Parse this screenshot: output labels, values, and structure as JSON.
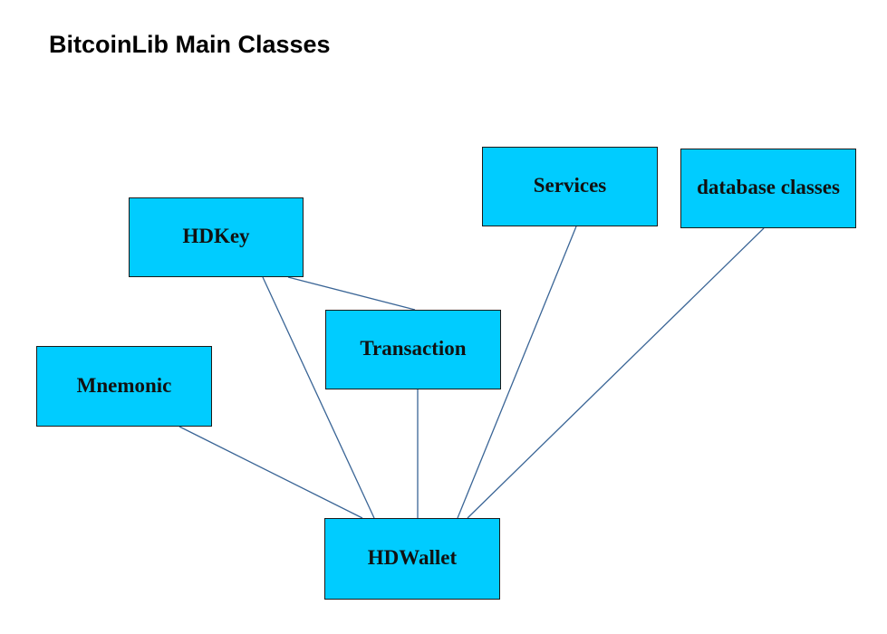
{
  "diagram": {
    "title": "BitcoinLib Main Classes",
    "colors": {
      "node_fill": "#00ccff",
      "edge": "#3a6596"
    },
    "nodes": {
      "hdkey": "HDKey",
      "services": "Services",
      "database": "database classes",
      "transaction": "Transaction",
      "mnemonic": "Mnemonic",
      "hdwallet": "HDWallet"
    },
    "edges": [
      [
        "hdkey",
        "transaction"
      ],
      [
        "hdkey",
        "hdwallet"
      ],
      [
        "transaction",
        "hdwallet"
      ],
      [
        "mnemonic",
        "hdwallet"
      ],
      [
        "services",
        "hdwallet"
      ],
      [
        "database",
        "hdwallet"
      ]
    ]
  }
}
